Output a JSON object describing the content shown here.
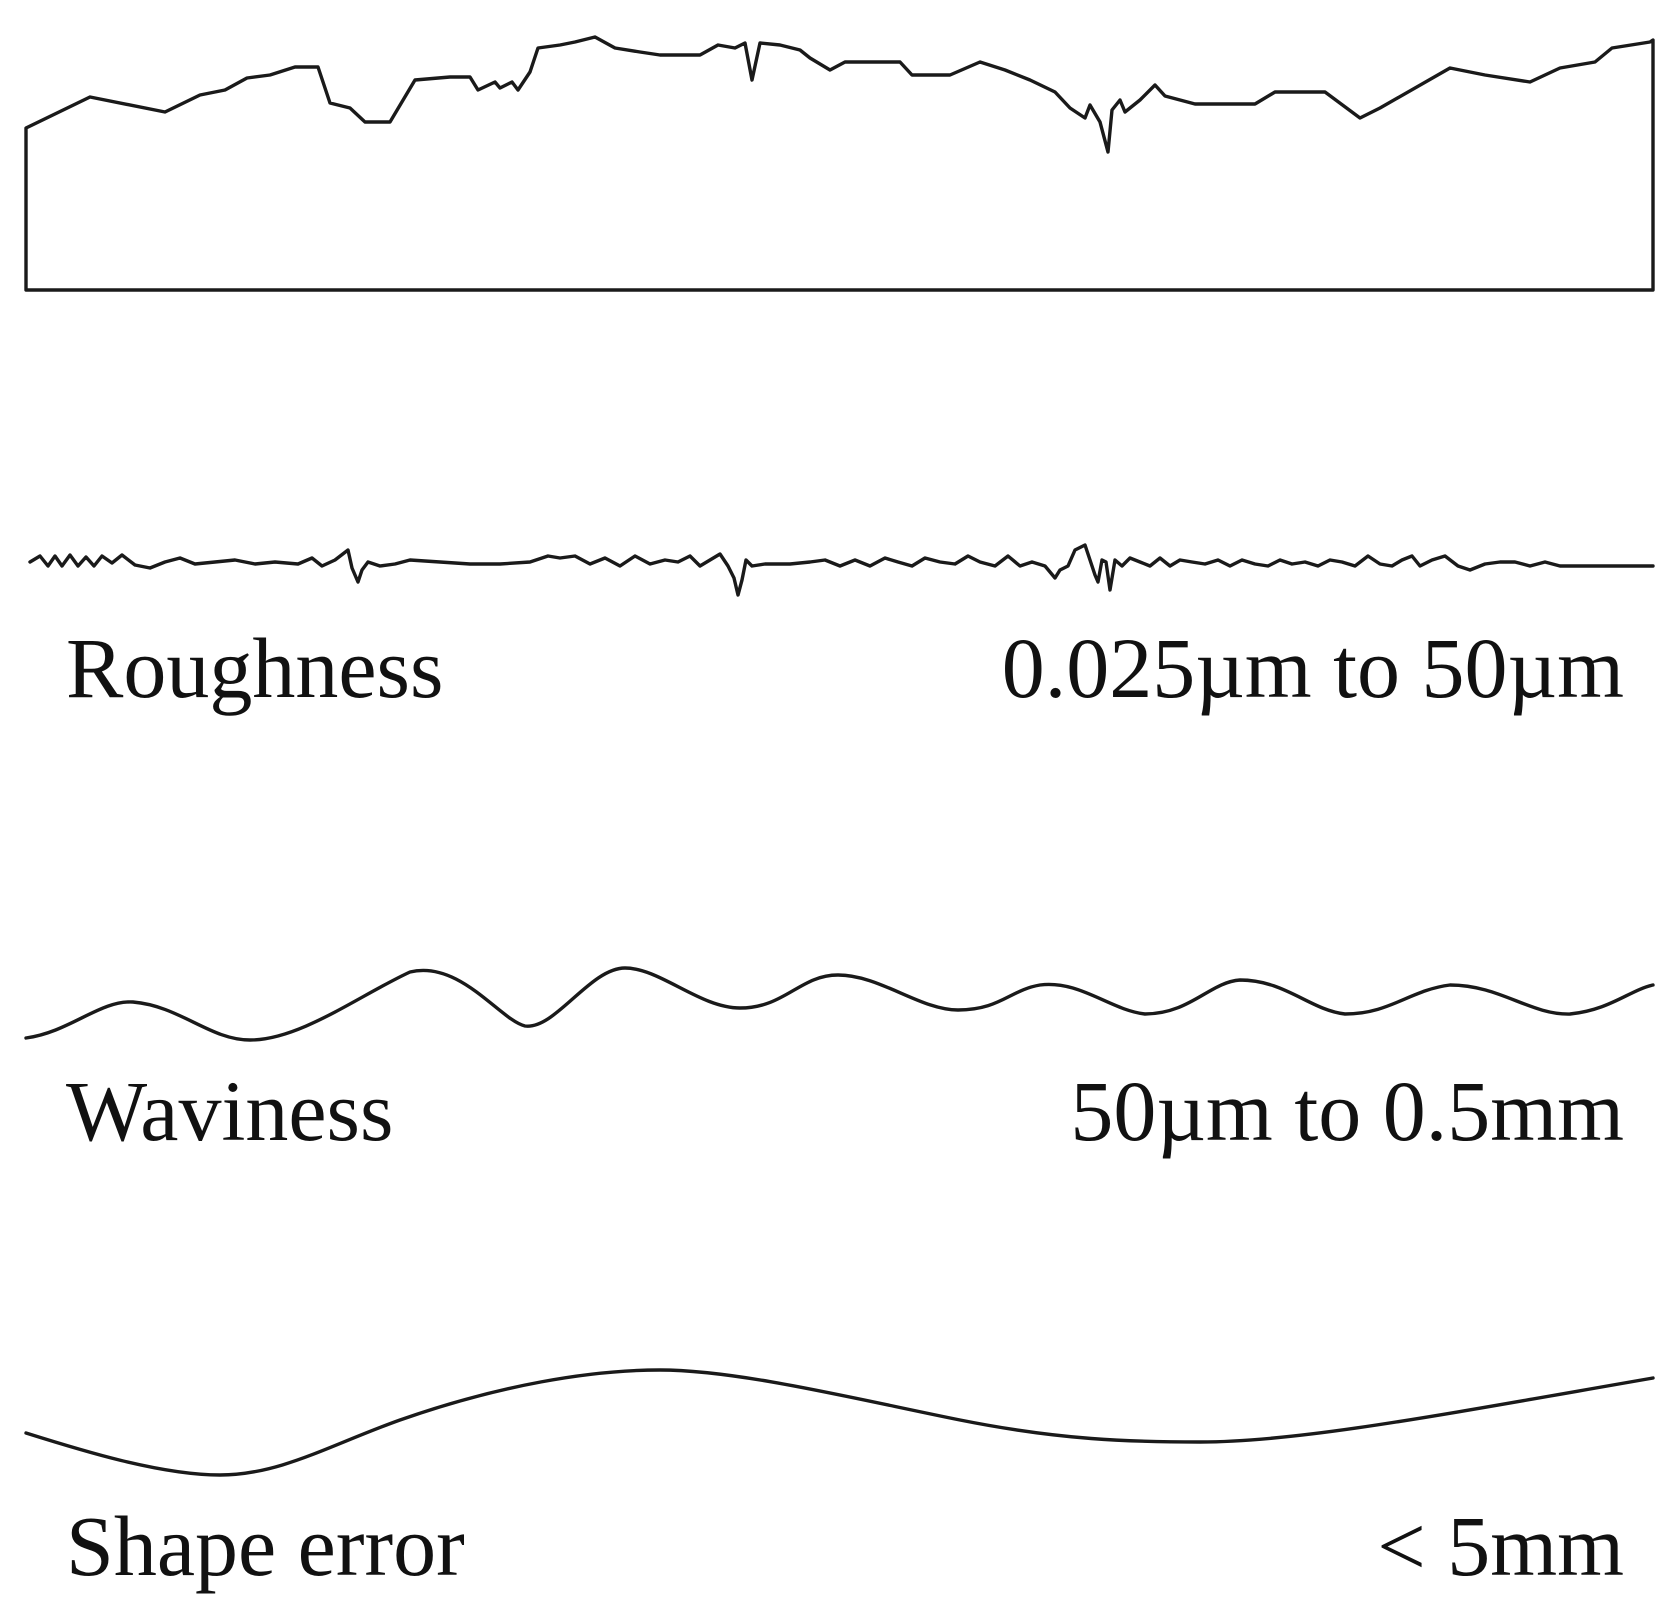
{
  "profiles": [
    {
      "id": "surface",
      "name": "",
      "range": ""
    },
    {
      "id": "roughness",
      "name": "Roughness",
      "range": "0.025µm to 50µm"
    },
    {
      "id": "waviness",
      "name": "Waviness",
      "range": "50µm to 0.5mm"
    },
    {
      "id": "shape-error",
      "name": "Shape error",
      "range": "< 5mm"
    }
  ],
  "colors": {
    "line": "#1a1a1a",
    "text": "#111111",
    "background": "#ffffff"
  }
}
